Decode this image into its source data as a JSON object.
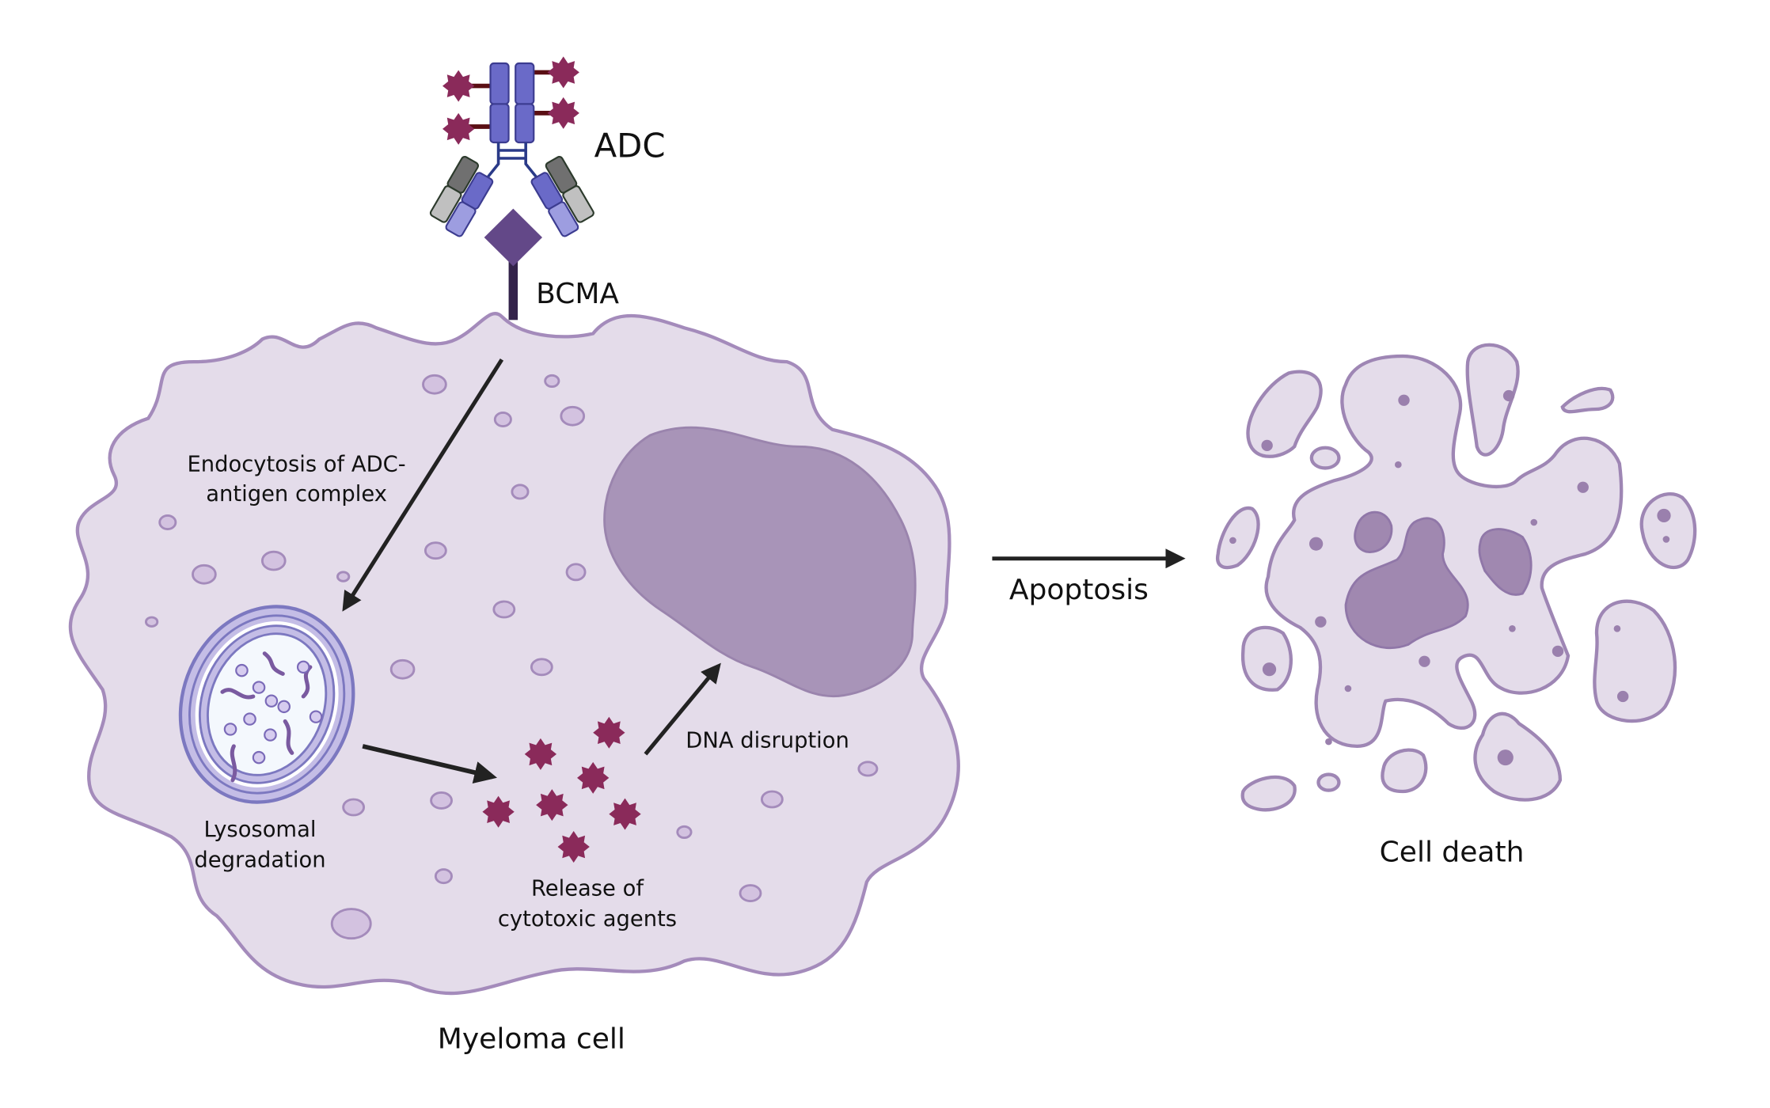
{
  "labels": {
    "adc": "ADC",
    "bcma": "BCMA",
    "endocytosis_line1": "Endocytosis of ADC-",
    "endocytosis_line2": "antigen complex",
    "lysosomal_line1": "Lysosomal",
    "lysosomal_line2": "degradation",
    "release_line1": "Release of",
    "release_line2": "cytotoxic agents",
    "dna_disruption": "DNA disruption",
    "apoptosis": "Apoptosis",
    "myeloma_cell": "Myeloma cell",
    "cell_death": "Cell death"
  },
  "colors": {
    "cell_fill": "#e4dcea",
    "cell_outline": "#a48bbb",
    "nucleus": "#a894b8",
    "vesicle_fill": "#d3c2e0",
    "payload": "#8a2a5a",
    "linker": "#5a0f14",
    "antibody_heavy": "#6a6ac8",
    "antibody_light": "#9d9de0",
    "antibody_dark_gray": "#707070",
    "antibody_light_gray": "#c0c0c0",
    "bcma": "#634888",
    "bcma_stem": "#33234a",
    "arrow": "#222222",
    "dead_cell_nucleus": "#a088b0"
  }
}
